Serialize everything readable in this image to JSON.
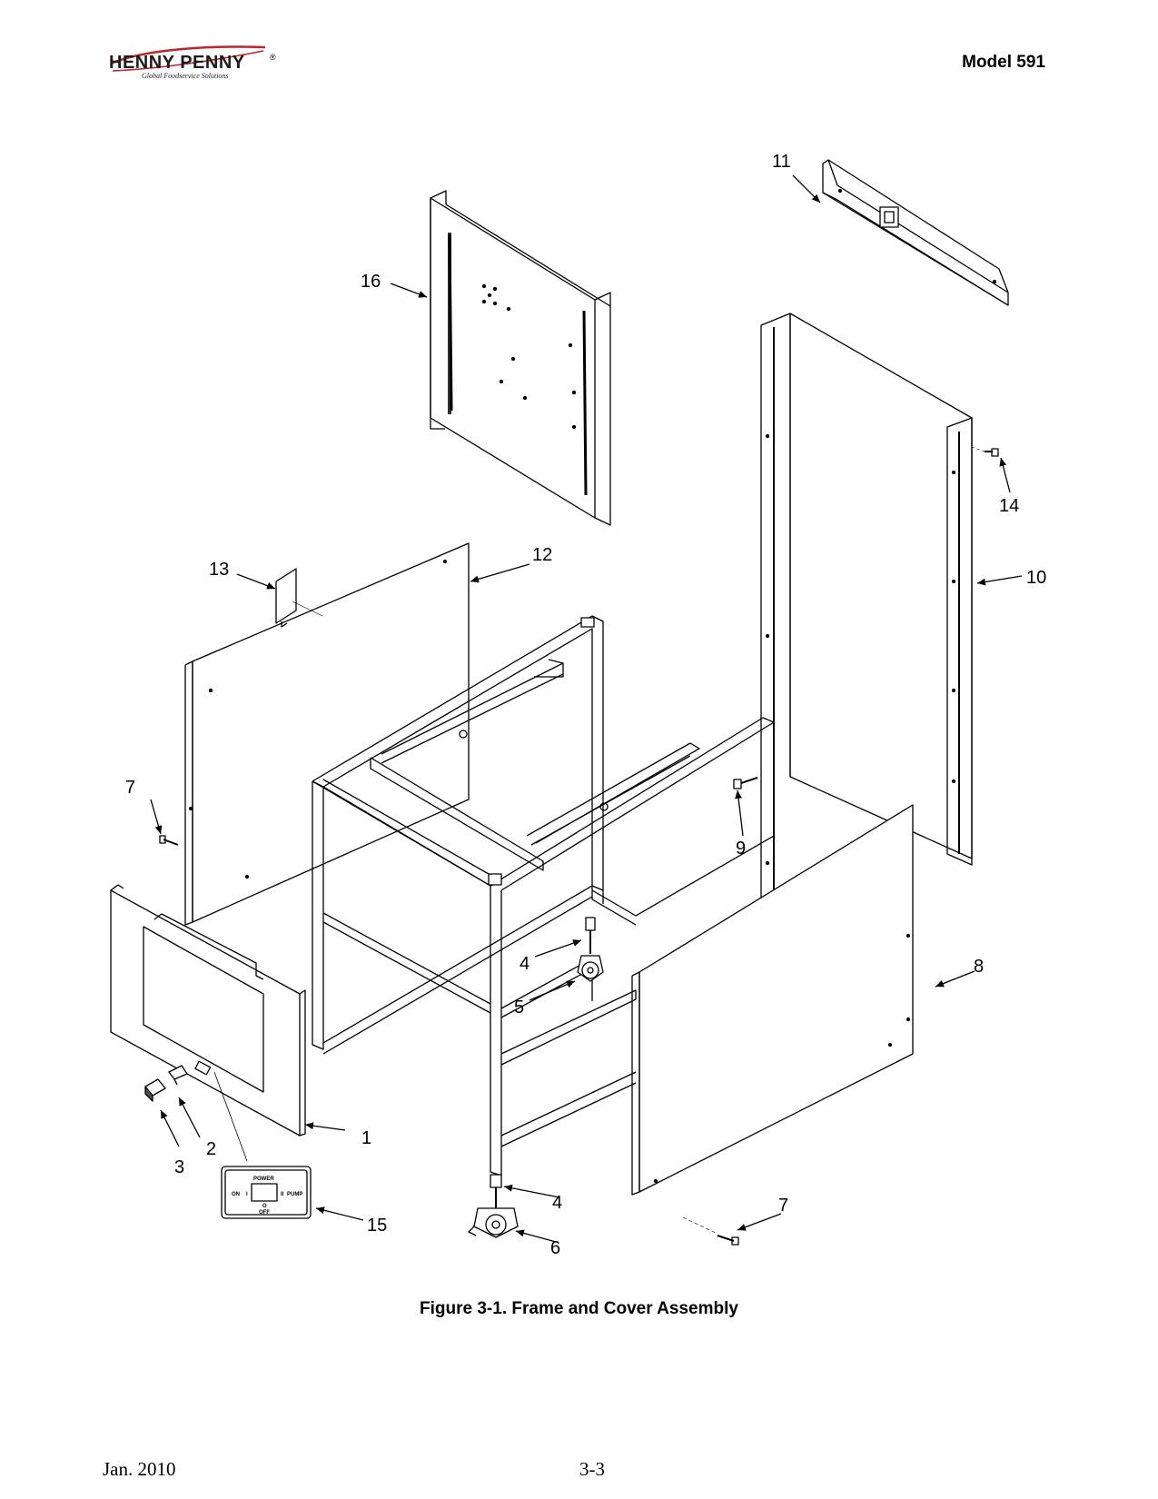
{
  "header": {
    "brand": "HENNY PENNY",
    "brand_registered": "®",
    "tagline": "Global Foodservice Solutions",
    "model": "Model 591"
  },
  "figure": {
    "caption": "Figure 3-1.  Frame and Cover Assembly",
    "callouts": {
      "c1": "1",
      "c2": "2",
      "c3": "3",
      "c4a": "4",
      "c4b": "4",
      "c5": "5",
      "c6": "6",
      "c7a": "7",
      "c7b": "7",
      "c8": "8",
      "c9": "9",
      "c10": "10",
      "c11": "11",
      "c12": "12",
      "c13": "13",
      "c14": "14",
      "c15": "15",
      "c16": "16"
    },
    "power_panel": {
      "title": "POWER",
      "on": "ON",
      "i": "I",
      "ii": "II",
      "pump": "PUMP",
      "o": "O",
      "off": "OFF"
    }
  },
  "footer": {
    "date": "Jan. 2010",
    "page": "3-3"
  }
}
